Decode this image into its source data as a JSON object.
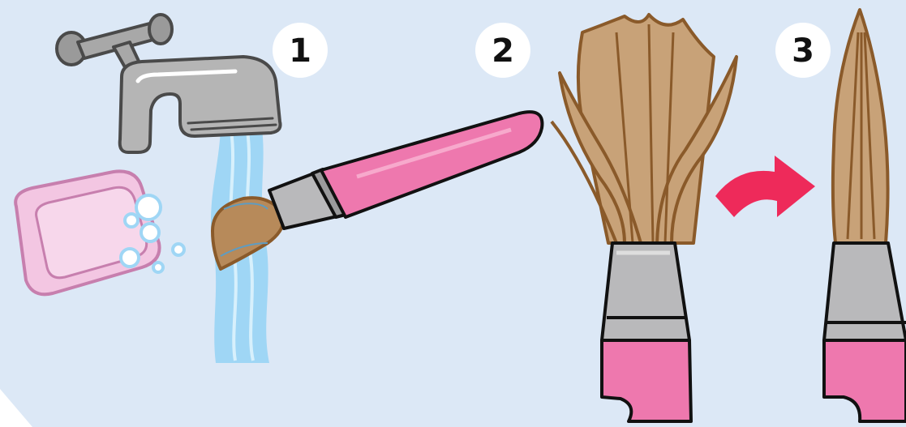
{
  "steps": [
    {
      "number": "1",
      "image": "brush-rinsed-under-faucet-with-soap"
    },
    {
      "number": "2",
      "image": "splayed-brush-bristles"
    },
    {
      "number": "3",
      "image": "reshaped-pointed-brush-tip"
    }
  ],
  "icons": {
    "faucet": "faucet-icon",
    "water": "water-stream-icon",
    "soap": "soap-bar-icon",
    "bubbles": "soap-bubbles-icon",
    "arrow": "curved-arrow-icon"
  },
  "colors": {
    "background_panel": "#dce8f6",
    "brush_handle": "#ee78ae",
    "ferrule": "#b9b9bb",
    "bristles": "#c8a278",
    "bristle_outline": "#8a5a2a",
    "water": "#9fd6f5",
    "soap": "#f0b8da",
    "arrow": "#ee2a5a",
    "number_badge": "#ffffff"
  }
}
